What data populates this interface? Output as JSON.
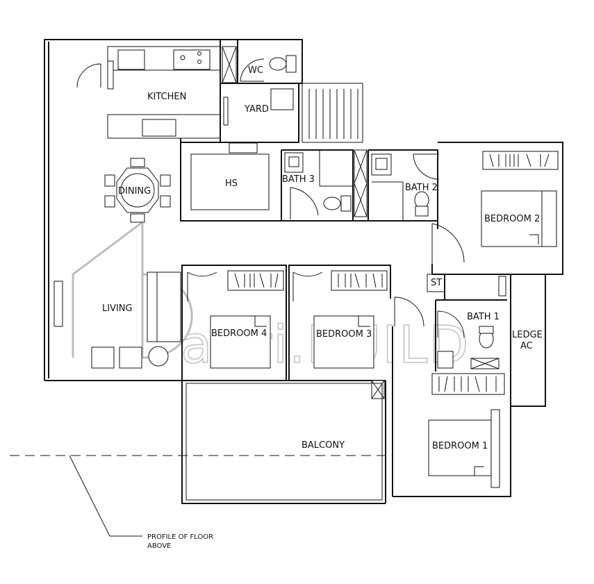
{
  "rooms": {
    "kitchen": "KITCHEN",
    "wc": "WC",
    "yard": "YARD",
    "hs": "HS",
    "bath3": "BATH 3",
    "bath2": "BATH 2",
    "dining": "DINING",
    "bedroom2": "BEDROOM 2",
    "st": "ST",
    "living": "LIVING",
    "bedroom4": "BEDROOM 4",
    "bedroom3": "BEDROOM 3",
    "bath1": "BATH 1",
    "ledge_line1": "LEDGE",
    "ledge_line2": "AC",
    "balcony": "BALCONY",
    "bedroom1": "BEDROOM 1"
  },
  "annotation": {
    "line1": "PROFILE OF  FLOOR",
    "line2": "ABOVE"
  },
  "watermark": "altri.BUILD"
}
